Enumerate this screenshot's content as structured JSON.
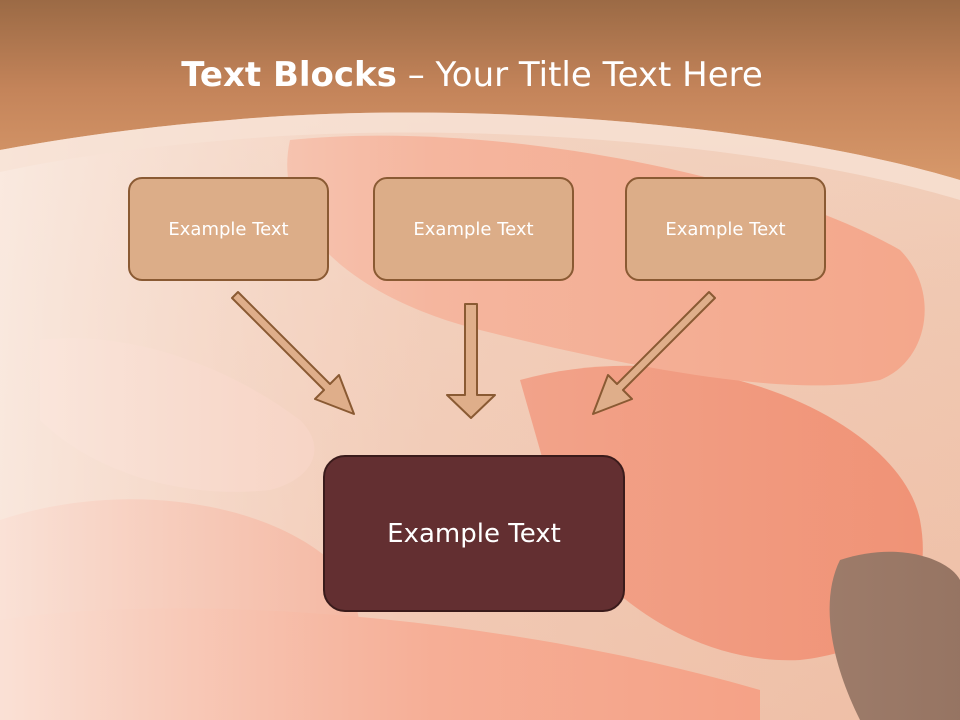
{
  "title": {
    "bold": "Text Blocks",
    "dash": " – ",
    "rest": "Your Title Text Here"
  },
  "blocks": [
    {
      "label": "Example Text"
    },
    {
      "label": "Example Text"
    },
    {
      "label": "Example Text"
    }
  ],
  "target": {
    "label": "Example Text"
  },
  "colors": {
    "header": "#c98a57",
    "block_fill": "#dcad88",
    "block_border": "#8a5a33",
    "target_fill": "#632f31",
    "arrow_fill": "#dfae8a"
  }
}
